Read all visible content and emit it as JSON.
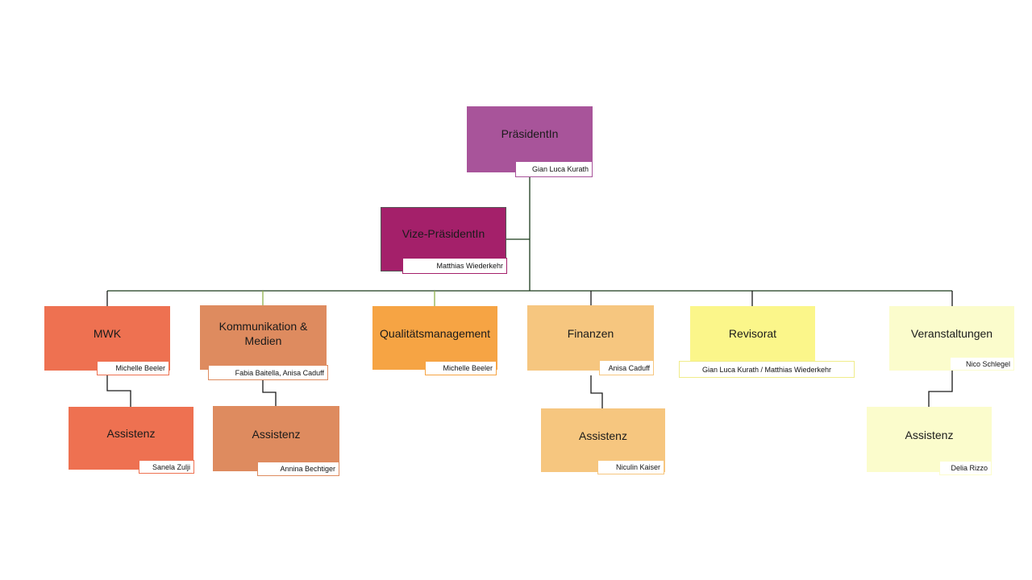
{
  "colors": {
    "praesident": "#a8549a",
    "vize": "#a4206a",
    "mwk": "#ee7151",
    "kommunikation": "#de8b5f",
    "qualitaet": "#f6a444",
    "finanzen": "#f6c67f",
    "revisorat": "#fbf68a",
    "veranstaltungen": "#fbfccc",
    "line": "#1a1a1a"
  },
  "nodes": {
    "praesident": {
      "title": "PräsidentIn",
      "person": "Gian Luca Kurath"
    },
    "vize": {
      "title": "Vize-PräsidentIn",
      "person": "Matthias Wiederkehr"
    },
    "mwk": {
      "title": "MWK",
      "person": "Michelle Beeler"
    },
    "mwk_assistenz": {
      "title": "Assistenz",
      "person": "Sanela Zulji"
    },
    "kommunikation": {
      "title": "Kommunikation  & Medien",
      "person": "Fabia Baitella, Anisa Caduff"
    },
    "kommunikation_assistenz": {
      "title": "Assistenz",
      "person": "Annina Bechtiger"
    },
    "qualitaet": {
      "title": "Qualitätsmanagement",
      "person": "Michelle Beeler"
    },
    "finanzen": {
      "title": "Finanzen",
      "person": "Anisa Caduff"
    },
    "finanzen_assistenz": {
      "title": "Assistenz",
      "person": "Niculin Kaiser"
    },
    "revisorat": {
      "title": "Revisorat",
      "person": "Gian Luca Kurath / Matthias Wiederkehr"
    },
    "veranstaltungen": {
      "title": "Veranstaltungen",
      "person": "Nico Schlegel"
    },
    "veranstaltungen_assistenz": {
      "title": "Assistenz",
      "person": "Delia Rizzo"
    }
  }
}
